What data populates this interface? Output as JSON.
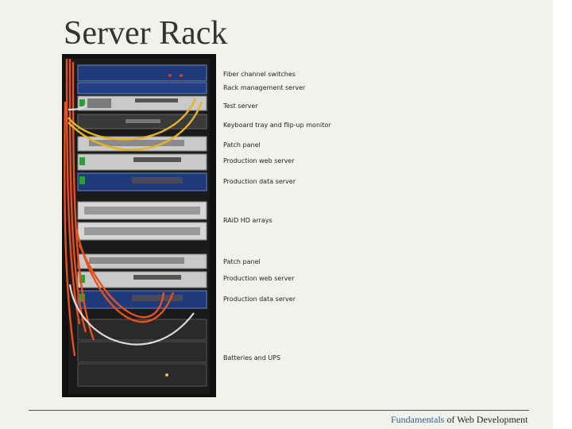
{
  "slide": {
    "title": "Server Rack",
    "footer_highlight": "Fundamentals",
    "footer_rest": " of Web Development"
  },
  "labels": [
    "Fiber channel switches",
    "Rack management server",
    "Test server",
    "Keyboard tray and flip-up monitor",
    "Patch panel",
    "Production web server",
    "Production data server",
    "RAID HD arrays",
    "Patch panel",
    "Production web server",
    "Production data server",
    "Batteries and UPS"
  ],
  "colors": {
    "frame": "#111111",
    "blue_unit": "#1f3a7a",
    "silver_unit": "#c9c9c9",
    "fiber_cable": "#e8501e",
    "yellow_cable": "#e6b423",
    "white_cable": "#dcdcdc"
  }
}
